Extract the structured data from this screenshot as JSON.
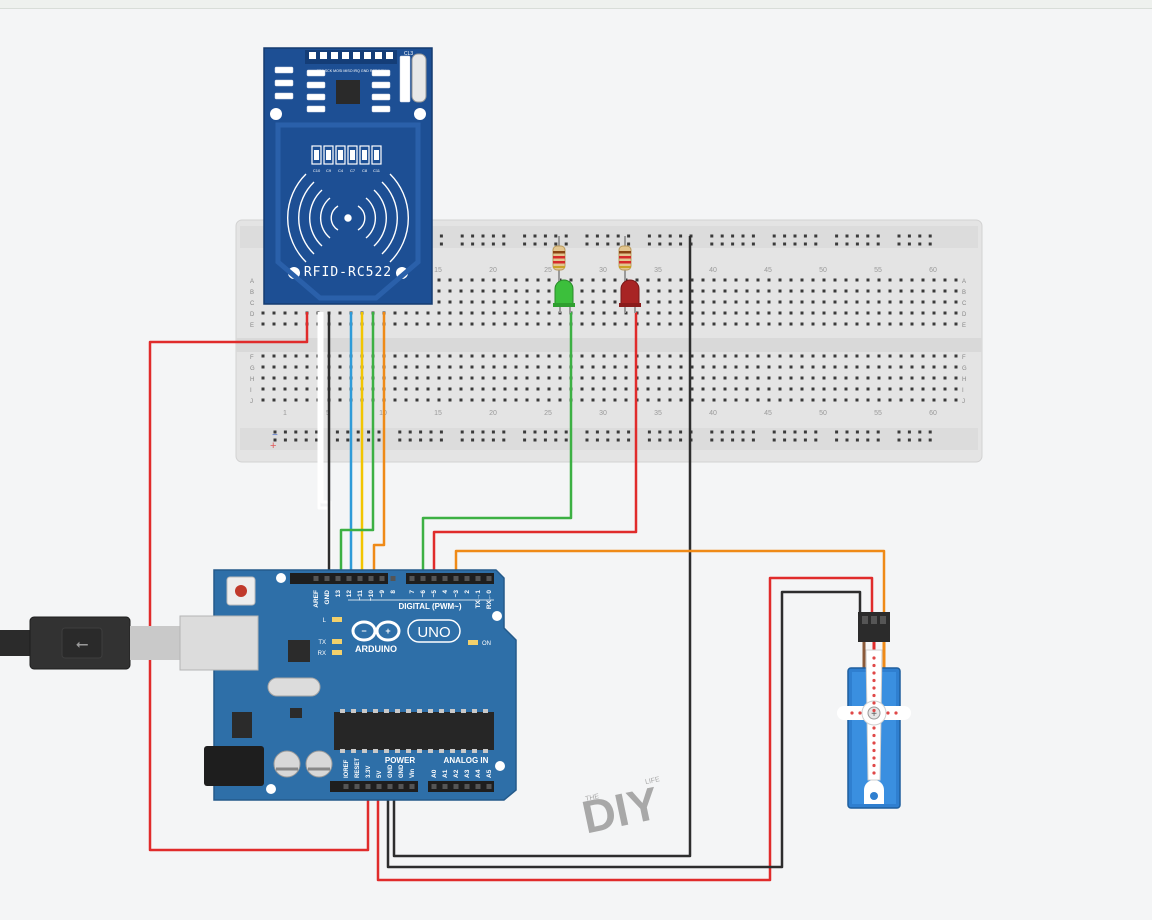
{
  "rfid": {
    "label": "RFID-RC522",
    "header_pins": "SDA SCK MOSI MISO IRQ GND RST 3.3V",
    "caps": [
      "C10",
      "C9",
      "C4",
      "C7",
      "C8",
      "C11"
    ],
    "crystal": "CL3"
  },
  "breadboard": {
    "rows_top": [
      "A",
      "B",
      "C",
      "D",
      "E"
    ],
    "rows_bottom": [
      "F",
      "G",
      "H",
      "I",
      "J"
    ],
    "col_numbers": [
      "1",
      "5",
      "10",
      "15",
      "20",
      "25",
      "30",
      "35",
      "40",
      "45",
      "50",
      "55",
      "60"
    ],
    "rail_minus": "−",
    "rail_plus": "+"
  },
  "arduino": {
    "brand": "ARDUINO",
    "model": "UNO",
    "digital_label": "DIGITAL (PWM~)",
    "power_label": "POWER",
    "analog_label": "ANALOG IN",
    "on_label": "ON",
    "tx_label": "TX",
    "rx_label": "RX",
    "l_label": "L",
    "digital_pins": [
      "AREF",
      "GND",
      "13",
      "12",
      "~11",
      "~10",
      "~9",
      "8",
      "7",
      "~6",
      "~5",
      "4",
      "~3",
      "2",
      "TX→1",
      "RX←0"
    ],
    "power_pins": [
      "IOREF",
      "RESET",
      "3.3V",
      "5V",
      "GND",
      "GND",
      "Vin"
    ],
    "analog_pins": [
      "A0",
      "A1",
      "A2",
      "A3",
      "A4",
      "A5"
    ]
  },
  "watermark": {
    "text": "DIY",
    "small_left": "THE",
    "small_right": "LIFE"
  },
  "colors": {
    "wire_red": "#e02b2b",
    "wire_black": "#2d2d2d",
    "wire_green": "#3cb043",
    "wire_orange": "#ef8a17",
    "wire_yellow": "#f2c500",
    "wire_blue": "#2f9bd8",
    "wire_white": "#ffffff",
    "board_blue": "#2e6fa8",
    "rfid_blue": "#1d4f94",
    "breadboard": "#e4e4e4"
  }
}
